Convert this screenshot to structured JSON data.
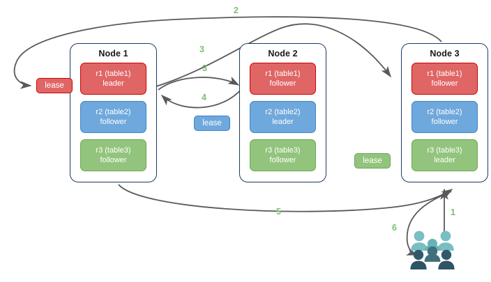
{
  "diagram": {
    "title": "Raft lease and read/write routing between three nodes",
    "background": "#ffffff",
    "accent_step_color": "#7cbf72",
    "node_border_color": "#1f3864",
    "arrow_color": "#595959",
    "replica_colors": {
      "r1": "#e06666",
      "r2": "#6fa8dc",
      "r3": "#93c47d"
    }
  },
  "nodes": [
    {
      "id": "node-1",
      "title": "Node 1",
      "replicas": [
        {
          "id": "r1",
          "name": "r1 (table1)",
          "role": "leader",
          "color": "red"
        },
        {
          "id": "r2",
          "name": "r2 (table2)",
          "role": "follower",
          "color": "blue"
        },
        {
          "id": "r3",
          "name": "r3 (table3)",
          "role": "follower",
          "color": "green"
        }
      ]
    },
    {
      "id": "node-2",
      "title": "Node 2",
      "replicas": [
        {
          "id": "r1",
          "name": "r1 (table1)",
          "role": "follower",
          "color": "red"
        },
        {
          "id": "r2",
          "name": "r2 (table2)",
          "role": "leader",
          "color": "blue"
        },
        {
          "id": "r3",
          "name": "r3 (table3)",
          "role": "follower",
          "color": "green"
        }
      ]
    },
    {
      "id": "node-3",
      "title": "Node 3",
      "replicas": [
        {
          "id": "r1",
          "name": "r1 (table1)",
          "role": "follower",
          "color": "red"
        },
        {
          "id": "r2",
          "name": "r2 (table2)",
          "role": "follower",
          "color": "blue"
        },
        {
          "id": "r3",
          "name": "r3 (table3)",
          "role": "leader",
          "color": "green"
        }
      ]
    }
  ],
  "leases": [
    {
      "id": "lease-r1",
      "label": "lease",
      "color": "red"
    },
    {
      "id": "lease-r2",
      "label": "lease",
      "color": "blue"
    },
    {
      "id": "lease-r3",
      "label": "lease",
      "color": "green"
    }
  ],
  "steps": [
    {
      "id": "step-1",
      "label": "1"
    },
    {
      "id": "step-2",
      "label": "2"
    },
    {
      "id": "step-3a",
      "label": "3"
    },
    {
      "id": "step-3b",
      "label": "3"
    },
    {
      "id": "step-4",
      "label": "4"
    },
    {
      "id": "step-5",
      "label": "5"
    },
    {
      "id": "step-6",
      "label": "6"
    }
  ],
  "icons": {
    "users": "users-group-icon"
  }
}
